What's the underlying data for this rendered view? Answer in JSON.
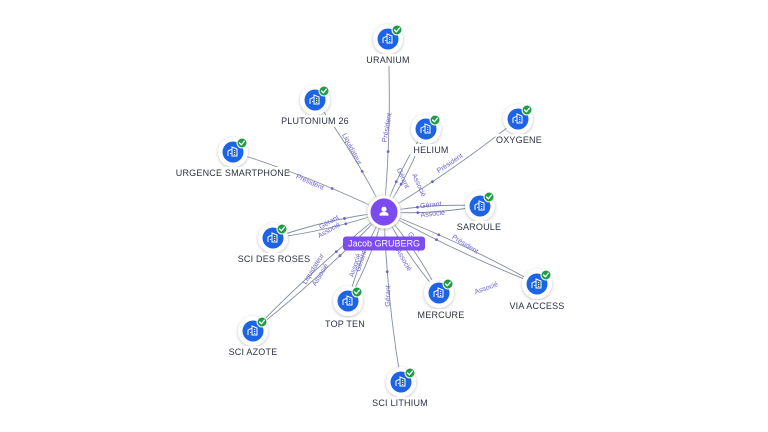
{
  "center": {
    "label": "Jacob GRUBERG",
    "icon": "person-icon",
    "color": "#7b4cf0"
  },
  "colors": {
    "company_icon": "#1c63e6",
    "check_badge": "#1f9c45",
    "edge": "#6c7a8c",
    "edge_label": "#6b62d6",
    "label_bg": "#ffffff"
  },
  "companies": [
    {
      "id": "uranium",
      "label": "URANIUM",
      "icon": "building-icon"
    },
    {
      "id": "plutonium",
      "label": "PLUTONIUM 26",
      "icon": "building-icon"
    },
    {
      "id": "helium",
      "label": "HELIUM",
      "icon": "building-icon"
    },
    {
      "id": "oxygene",
      "label": "OXYGENE",
      "icon": "building-icon"
    },
    {
      "id": "urgence",
      "label": "URGENCE SMARTPHONE",
      "icon": "building-icon"
    },
    {
      "id": "saroule",
      "label": "SAROULE",
      "icon": "building-icon"
    },
    {
      "id": "scirose",
      "label": "SCI DES ROSES",
      "icon": "building-icon"
    },
    {
      "id": "viaaccess",
      "label": "VIA ACCESS",
      "icon": "building-icon"
    },
    {
      "id": "mercure",
      "label": "MERCURE",
      "icon": "building-icon"
    },
    {
      "id": "topten",
      "label": "TOP TEN",
      "icon": "building-icon"
    },
    {
      "id": "sciazote",
      "label": "SCI AZOTE",
      "icon": "building-icon"
    },
    {
      "id": "scilithium",
      "label": "SCI LITHIUM",
      "icon": "building-icon"
    }
  ],
  "edges": [
    {
      "to": "uranium",
      "label": "Président"
    },
    {
      "to": "plutonium",
      "label": "Liquidateur"
    },
    {
      "to": "helium",
      "label": "Gérant"
    },
    {
      "to": "helium",
      "label": "Associé"
    },
    {
      "to": "oxygene",
      "label": "Président"
    },
    {
      "to": "urgence",
      "label": "Président"
    },
    {
      "to": "saroule",
      "label": "Gérant"
    },
    {
      "to": "saroule",
      "label": "Associé"
    },
    {
      "to": "scirose",
      "label": "Gérant"
    },
    {
      "to": "scirose",
      "label": "Associé"
    },
    {
      "to": "viaaccess",
      "label": "Président"
    },
    {
      "to": "viaaccess",
      "label": "Associé"
    },
    {
      "to": "mercure",
      "label": "Gérant"
    },
    {
      "to": "mercure",
      "label": "Associé"
    },
    {
      "to": "topten",
      "label": "Gérant"
    },
    {
      "to": "topten",
      "label": "Associé"
    },
    {
      "to": "sciazote",
      "label": "Liquidateur"
    },
    {
      "to": "sciazote",
      "label": "Associé"
    },
    {
      "to": "scilithium",
      "label": "Gérant"
    }
  ]
}
